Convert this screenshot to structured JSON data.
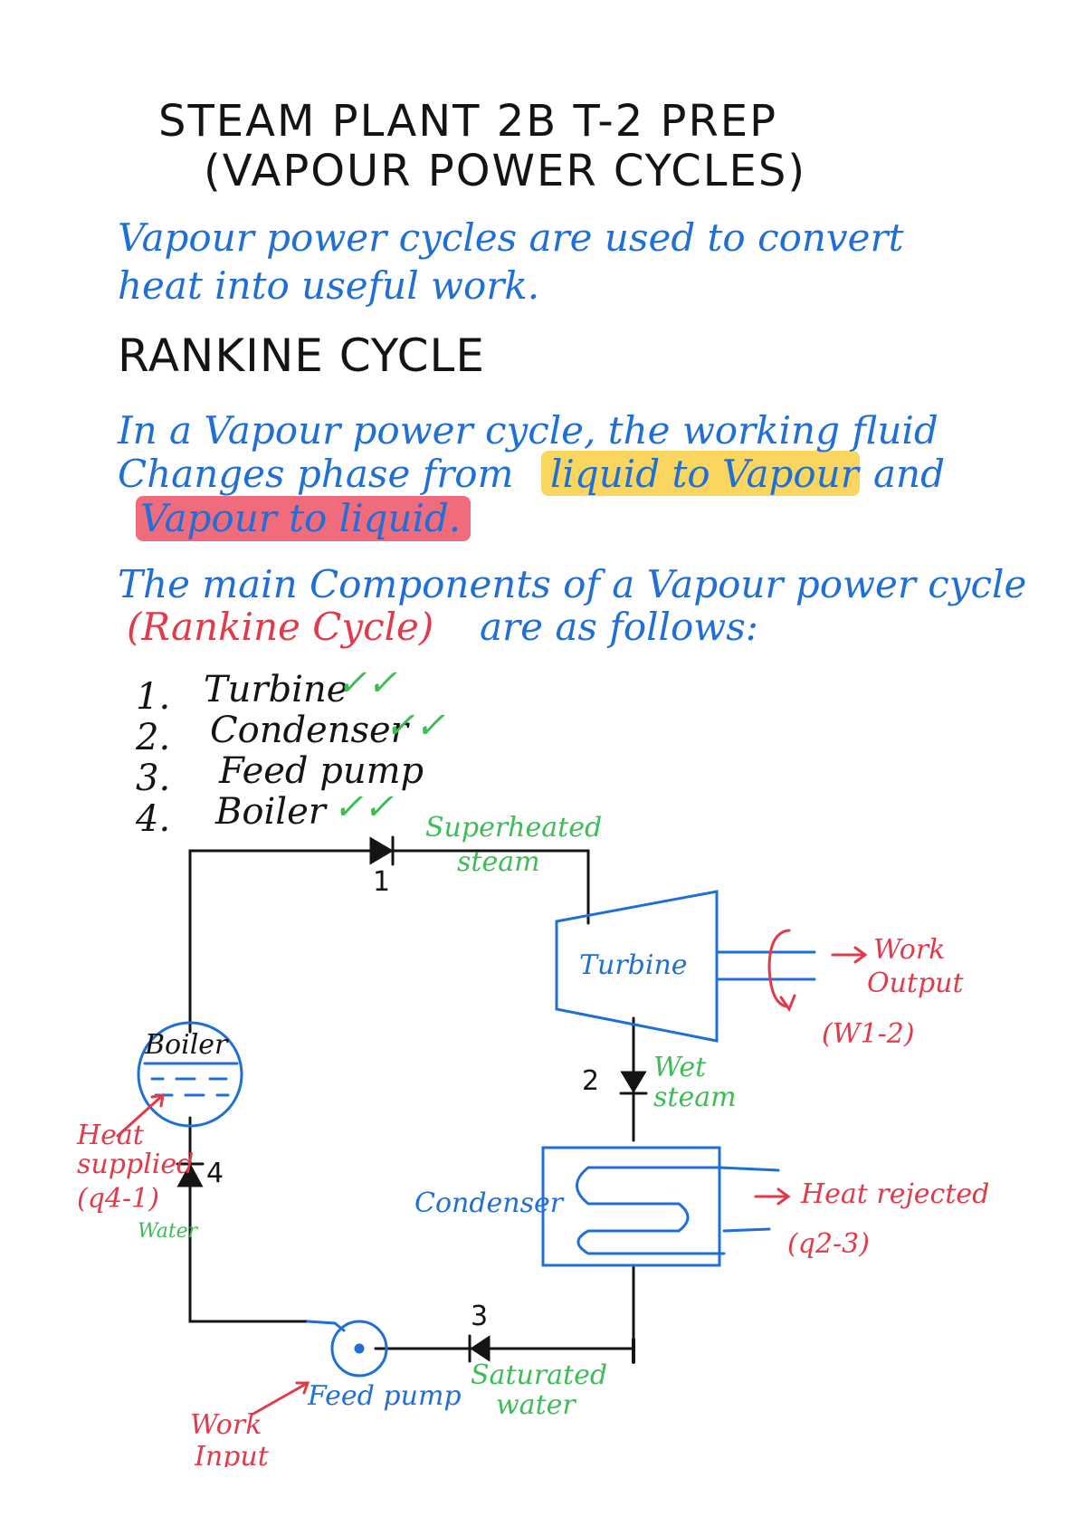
{
  "title": {
    "line1": "STEAM PLANT 2B T-2 PREP",
    "line2": "(VAPOUR POWER CYCLES)"
  },
  "intro": {
    "line1": "Vapour power cycles are used to convert",
    "line2": "heat into useful work."
  },
  "section": {
    "heading": "RANKINE CYCLE"
  },
  "definition": {
    "line1": "In a Vapour power cycle, the working fluid",
    "line2_a": "Changes phase from",
    "line2_b": "liquid to Vapour",
    "line2_c": "and",
    "line3": "Vapour to liquid."
  },
  "components_intro": {
    "line1": "The main Components of a Vapour power cycle",
    "line2_red": "(Rankine Cycle)",
    "line2_rest": "are as follows:"
  },
  "components": [
    {
      "number": "1.",
      "name": "Turbine",
      "check": "✓✓"
    },
    {
      "number": "2.",
      "name": "Condenser",
      "check": "✓✓"
    },
    {
      "number": "3.",
      "name": "Feed pump",
      "check": ""
    },
    {
      "number": "4.",
      "name": "Boiler",
      "check": "✓✓"
    }
  ],
  "diagram": {
    "boiler_label": "Boiler",
    "turbine_label": "Turbine",
    "condenser_label": "Condenser",
    "feed_pump_label": "Feed pump",
    "state_1": "1",
    "state_2": "2",
    "state_3": "3",
    "state_4": "4",
    "superheated_line1": "Superheated",
    "superheated_line2": "steam",
    "wet_line1": "Wet",
    "wet_line2": "steam",
    "saturated_line1": "Saturated",
    "saturated_line2": "water",
    "water_label": "Water",
    "work_output_line1": "Work",
    "work_output_line2": "Output",
    "work_output_symbol": "(W1-2)",
    "heat_rejected_line1": "Heat rejected",
    "heat_rejected_symbol": "(q2-3)",
    "heat_supplied_line1": "Heat",
    "heat_supplied_line2": "supplied",
    "heat_supplied_symbol": "(q4-1)",
    "work_input_line1": "Work",
    "work_input_line2": "Input"
  },
  "colors": {
    "black_ink": "#141414",
    "blue_ink": "#1f6fd6",
    "red_ink": "#e23a4a",
    "green_ink": "#3dbd55",
    "highlight_yellow": "#fac828",
    "highlight_red": "#ec465a"
  }
}
